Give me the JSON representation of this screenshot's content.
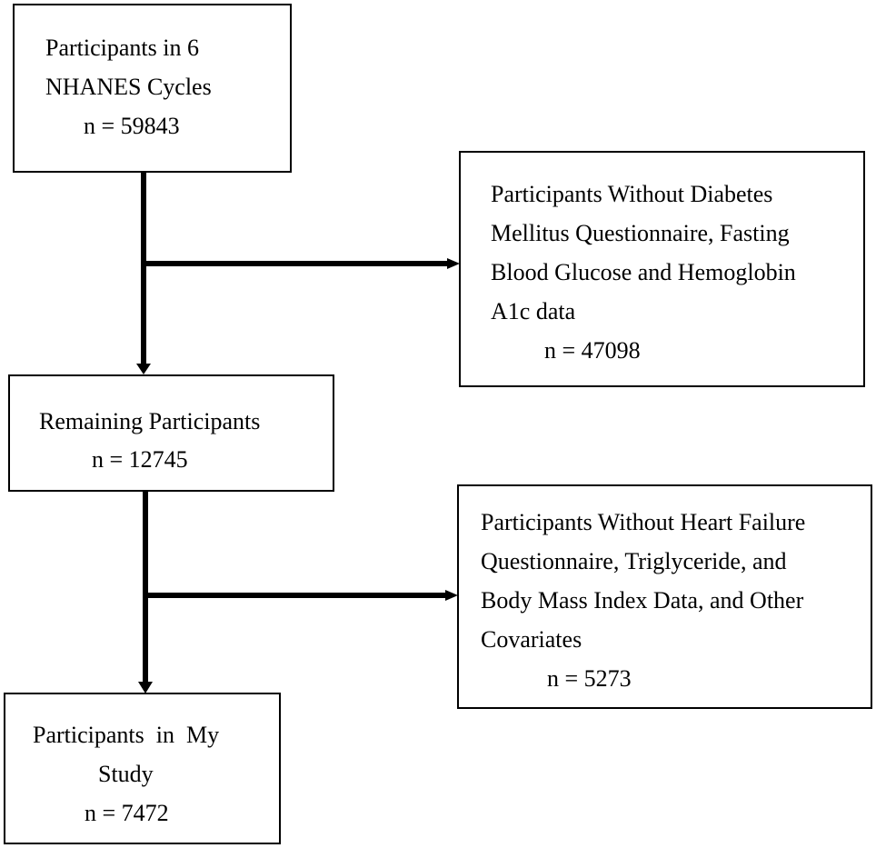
{
  "flowchart": {
    "start": {
      "lines": [
        "Participants in 6",
        "NHANES Cycles",
        "n = 59843"
      ]
    },
    "exclusion_1": {
      "lines": [
        "Participants Without Diabetes",
        "Mellitus Questionnaire, Fasting",
        "Blood Glucose and Hemoglobin",
        "A1c data",
        "n = 47098"
      ]
    },
    "remaining": {
      "lines": [
        "Remaining Participants",
        "n = 12745"
      ]
    },
    "exclusion_2": {
      "lines": [
        "Participants Without Heart Failure",
        "Questionnaire, Triglyceride, and",
        "Body Mass Index Data, and Other",
        "Covariates",
        "n = 5273"
      ]
    },
    "final": {
      "lines": [
        "Participants  in  My",
        "Study",
        "n = 7472"
      ]
    }
  }
}
